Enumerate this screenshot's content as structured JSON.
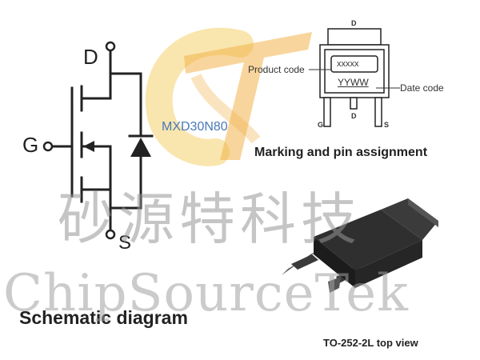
{
  "schematic": {
    "pin_d": "D",
    "pin_g": "G",
    "pin_s": "S",
    "caption": "Schematic diagram"
  },
  "part_number": "MXD30N80",
  "marking": {
    "caption": "Marking and pin assignment",
    "product_code_label": "Product code",
    "date_code_label": "Date code",
    "product_code_value": "xxxxx",
    "date_code_value": "YYWW",
    "tab_label": "D",
    "pin_g": "G",
    "pin_d": "D",
    "pin_s": "S"
  },
  "package": {
    "caption": "TO-252-2L top view"
  },
  "watermark": {
    "chinese": "砂源特科技",
    "english": "ChipSourceTek"
  },
  "colors": {
    "logo_orange": "#f2b24a",
    "logo_yellow": "#f7dc8c",
    "part_number_blue": "#4a78b8",
    "line": "#222222"
  }
}
